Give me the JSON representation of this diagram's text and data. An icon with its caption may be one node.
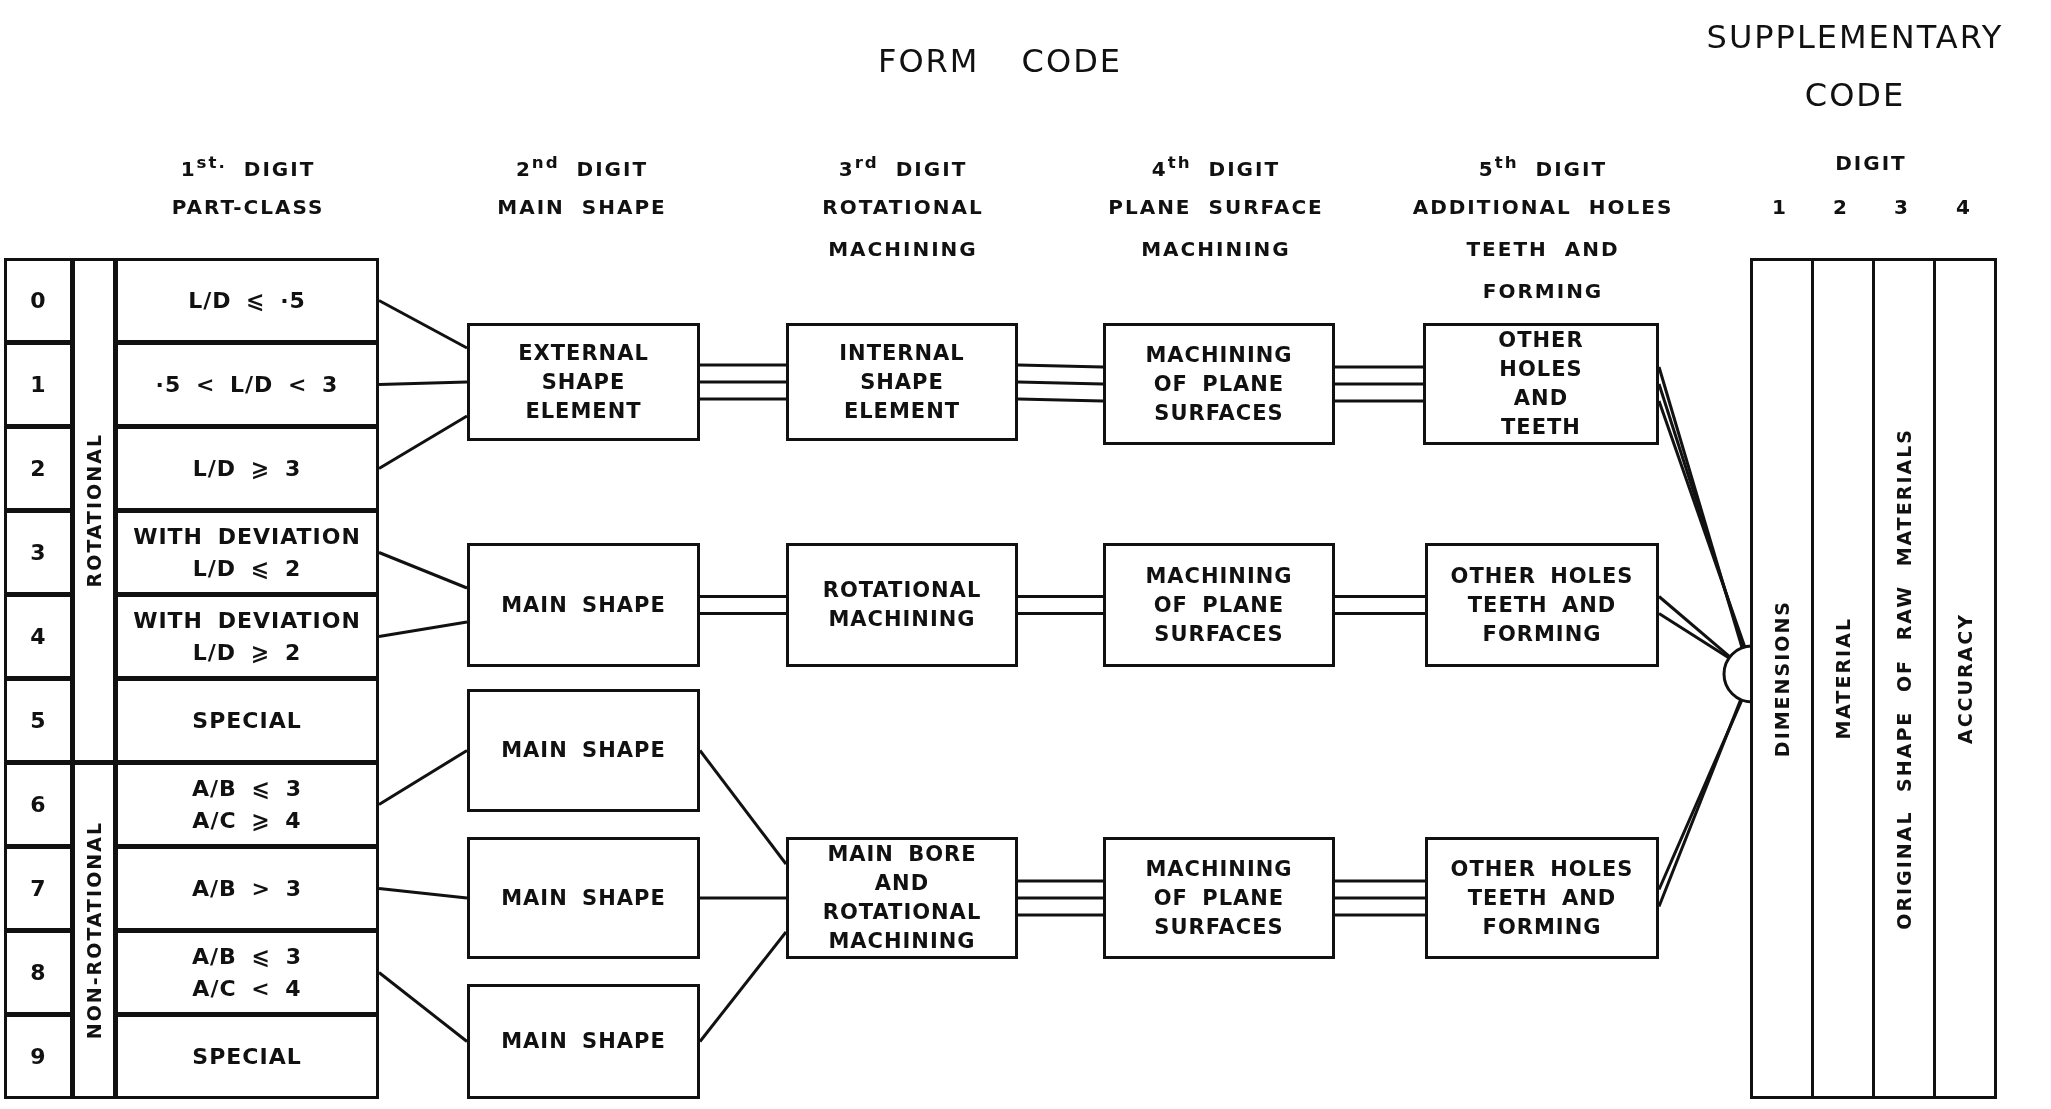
{
  "diagram": {
    "title": "FORM CODE",
    "nodes": [
      {
        "text": [
          "0"
        ]
      },
      {
        "text": [
          "1"
        ]
      },
      {
        "text": [
          "2"
        ]
      },
      {
        "text": [
          "3"
        ]
      },
      {
        "text": [
          "4"
        ]
      },
      {
        "text": [
          "5"
        ]
      },
      {
        "text": [
          "6"
        ]
      },
      {
        "text": [
          "7"
        ]
      },
      {
        "text": [
          "8"
        ]
      },
      {
        "text": [
          "9"
        ]
      },
      {
        "text": [
          "ROTATIONAL"
        ]
      },
      {
        "text": [
          "NON-ROTATIONAL"
        ]
      },
      {
        "text": [
          "L/D ⩽ ·5"
        ]
      },
      {
        "text": [
          "·5 < L/D < 3"
        ]
      },
      {
        "text": [
          "L/D ⩾ 3"
        ]
      },
      {
        "text": [
          "WITH DEVIATION L/D ⩽ 2"
        ]
      },
      {
        "text": [
          "WITH DEVIATION L/D ⩾ 2"
        ]
      },
      {
        "text": [
          "SPECIAL"
        ]
      },
      {
        "text": [
          "A/B ⩽ 3 A/C ⩾ 4"
        ]
      },
      {
        "text": [
          "A/B > 3"
        ]
      },
      {
        "text": [
          "A/B ⩽ 3 A/C < 4"
        ]
      },
      {
        "text": [
          "SPECIAL"
        ]
      },
      {
        "text": [
          "EXTERNAL SHAPE ELEMENT"
        ]
      },
      {
        "text": [
          "INTERNAL SHAPE ELEMENT"
        ]
      },
      {
        "text": [
          "MACHINING OF PLANE SURFACES"
        ]
      },
      {
        "text": [
          "OTHER HOLES AND TEETH"
        ]
      },
      {
        "text": [
          "MAIN SHAPE"
        ]
      },
      {
        "text": [
          "ROTATIONAL MACHINING"
        ]
      },
      {
        "text": [
          "MACHINING OF PLANE SURFACES"
        ]
      },
      {
        "text": [
          "OTHER HOLES TEETH AND FORMING"
        ]
      },
      {
        "text": [
          "MAIN SHAPE"
        ]
      },
      {
        "text": [
          "MAIN SHAPE"
        ]
      },
      {
        "text": [
          "MAIN SHAPE"
        ]
      },
      {
        "text": [
          "MAIN BORE AND ROTATIONAL MACHINING"
        ]
      },
      {
        "text": [
          "MACHINING OF PLANE SURFACES"
        ]
      },
      {
        "text": [
          "OTHER HOLES TEETH AND FORMING"
        ]
      },
      {
        "text": [],
        "shape": "circle"
      },
      {
        "text": [
          "DIMENSIONS"
        ]
      },
      {
        "text": [
          "MATERIAL"
        ]
      },
      {
        "text": [
          "ORIGINAL SHAPE OF RAW MATERIALS"
        ]
      },
      {
        "text": [
          "ACCURACY"
        ]
      }
    ],
    "edges": [
      {
        "from": 12,
        "to": 22,
        "arrow": "none"
      },
      {
        "from": 13,
        "to": 22,
        "arrow": "none"
      },
      {
        "from": 14,
        "to": 22,
        "arrow": "none"
      },
      {
        "from": 15,
        "to": 26,
        "arrow": "none"
      },
      {
        "from": 16,
        "to": 26,
        "arrow": "none"
      },
      {
        "from": 18,
        "to": 30,
        "arrow": "none"
      },
      {
        "from": 19,
        "to": 31,
        "arrow": "none"
      },
      {
        "from": 20,
        "to": 32,
        "arrow": "none"
      },
      {
        "from": 22,
        "to": 23,
        "arrow": "none"
      },
      {
        "from": 22,
        "to": 23,
        "arrow": "none"
      },
      {
        "from": 22,
        "to": 23,
        "arrow": "none"
      },
      {
        "from": 23,
        "to": 24,
        "arrow": "none"
      },
      {
        "from": 23,
        "to": 24,
        "arrow": "none"
      },
      {
        "from": 23,
        "to": 24,
        "arrow": "none"
      },
      {
        "from": 24,
        "to": 25,
        "arrow": "none"
      },
      {
        "from": 24,
        "to": 25,
        "arrow": "none"
      },
      {
        "from": 24,
        "to": 25,
        "arrow": "none"
      },
      {
        "from": 26,
        "to": 27,
        "arrow": "none"
      },
      {
        "from": 26,
        "to": 27,
        "arrow": "none"
      },
      {
        "from": 27,
        "to": 28,
        "arrow": "none"
      },
      {
        "from": 27,
        "to": 28,
        "arrow": "none"
      },
      {
        "from": 28,
        "to": 29,
        "arrow": "none"
      },
      {
        "from": 28,
        "to": 29,
        "arrow": "none"
      },
      {
        "from": 30,
        "to": 33,
        "arrow": "none"
      },
      {
        "from": 31,
        "to": 33,
        "arrow": "none"
      },
      {
        "from": 32,
        "to": 33,
        "arrow": "none"
      },
      {
        "from": 33,
        "to": 34,
        "arrow": "none"
      },
      {
        "from": 33,
        "to": 34,
        "arrow": "none"
      },
      {
        "from": 33,
        "to": 34,
        "arrow": "none"
      },
      {
        "from": 34,
        "to": 35,
        "arrow": "none"
      },
      {
        "from": 34,
        "to": 35,
        "arrow": "none"
      },
      {
        "from": 34,
        "to": 35,
        "arrow": "none"
      },
      {
        "from": 25,
        "to": 36,
        "arrow": "none"
      },
      {
        "from": 25,
        "to": 36,
        "arrow": "none"
      },
      {
        "from": 25,
        "to": 36,
        "arrow": "none"
      },
      {
        "from": 29,
        "to": 36,
        "arrow": "none"
      },
      {
        "from": 29,
        "to": 36,
        "arrow": "none"
      },
      {
        "from": 35,
        "to": 36,
        "arrow": "none"
      },
      {
        "from": 35,
        "to": 36,
        "arrow": "none"
      }
    ],
    "labels": [
      "SUPPLEMENTARY CODE",
      "1$^{st.}$ DIGIT",
      "PART-CLASS",
      "2$^{nd}$ DIGIT",
      "MAIN SHAPE",
      "3$^{rd}$ DIGIT",
      "ROTATIONAL MACHINING",
      "4$^{th}$ DIGIT",
      "PLANE SURFACE MACHINING",
      "5$^{th}$ DIGIT",
      "ADDITIONAL HOLES TEETH AND FORMING",
      "DIGIT",
      "1",
      "2",
      "3",
      "4"
    ]
  }
}
